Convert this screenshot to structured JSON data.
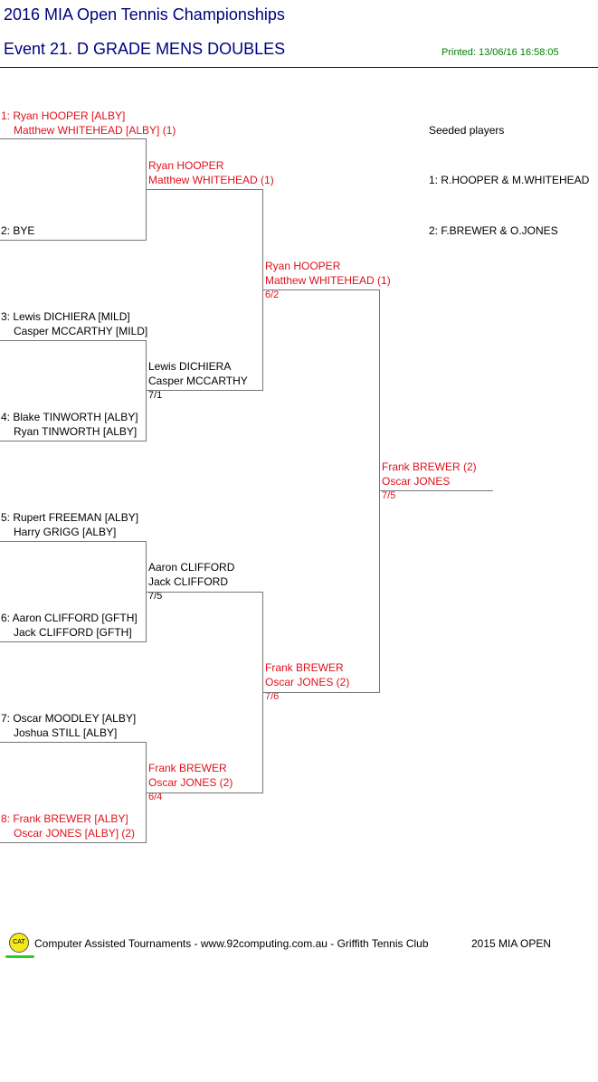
{
  "header": {
    "title": "2016 MIA Open Tennis Championships",
    "event": "Event 21. D GRADE MENS DOUBLES",
    "printed": "Printed: 13/06/16 16:58:05"
  },
  "seeded": {
    "heading": "Seeded players",
    "items": [
      "1: R.HOOPER & M.WHITEHEAD",
      "2: F.BREWER & O.JONES"
    ]
  },
  "round1": [
    {
      "line1": "1: Ryan HOOPER [ALBY]",
      "line2": "Matthew WHITEHEAD [ALBY] (1)"
    },
    {
      "line1": "2: BYE",
      "line2": ""
    },
    {
      "line1": "3: Lewis DICHIERA [MILD]",
      "line2": "Casper MCCARTHY [MILD]"
    },
    {
      "line1": "4: Blake TINWORTH [ALBY]",
      "line2": "Ryan TINWORTH [ALBY]"
    },
    {
      "line1": "5: Rupert FREEMAN [ALBY]",
      "line2": "Harry GRIGG [ALBY]"
    },
    {
      "line1": "6: Aaron CLIFFORD [GFTH]",
      "line2": "Jack CLIFFORD [GFTH]"
    },
    {
      "line1": "7: Oscar MOODLEY [ALBY]",
      "line2": "Joshua STILL [ALBY]"
    },
    {
      "line1": "8: Frank BREWER [ALBY]",
      "line2": "Oscar JONES [ALBY] (2)"
    }
  ],
  "round2": [
    {
      "line1": "Ryan HOOPER",
      "line2": "Matthew WHITEHEAD (1)",
      "score": ""
    },
    {
      "line1": "Lewis DICHIERA",
      "line2": "Casper MCCARTHY",
      "score": "7/1"
    },
    {
      "line1": "Aaron CLIFFORD",
      "line2": "Jack CLIFFORD",
      "score": "7/5"
    },
    {
      "line1": "Frank BREWER",
      "line2": "Oscar JONES (2)",
      "score": "6/4"
    }
  ],
  "semis": [
    {
      "line1": "Ryan HOOPER",
      "line2": "Matthew WHITEHEAD (1)",
      "score": "6/2"
    },
    {
      "line1": "Frank BREWER",
      "line2": "Oscar JONES (2)",
      "score": "7/6"
    }
  ],
  "final": {
    "line1": "Frank BREWER (2)",
    "line2": "Oscar JONES",
    "score": "7/5"
  },
  "footer": {
    "logo": "CAT",
    "text": "Computer Assisted Tournaments - www.92computing.com.au -  Griffith Tennis Club",
    "event": "2015 MIA OPEN"
  },
  "colors": {
    "title": "#000080",
    "printed": "#008000",
    "seeded": "#e0101a",
    "lines": "#777777"
  }
}
